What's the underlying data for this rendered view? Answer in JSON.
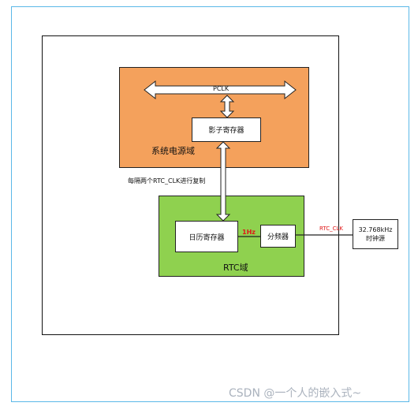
{
  "power_domain": {
    "label": "系统电源域"
  },
  "rtc_domain": {
    "label": "RTC域"
  },
  "blocks": {
    "shadow_register": "影子寄存器",
    "calendar_register": "日历寄存器",
    "divider": "分频器",
    "oscillator_line1": "32.768kHz",
    "oscillator_line2": "时钟源"
  },
  "signals": {
    "pclk": "PCLK",
    "one_hz": "1Hz",
    "rtc_clk": "RTC_CLK",
    "copy_note": "每隔两个RTC_CLK进行复制"
  },
  "watermark": "CSDN @一个人的嵌入式~",
  "colors": {
    "power_domain": "#f4a15c",
    "rtc_domain": "#8fd14f",
    "annotation": "#e01818",
    "frame": "#5bb8e8"
  }
}
